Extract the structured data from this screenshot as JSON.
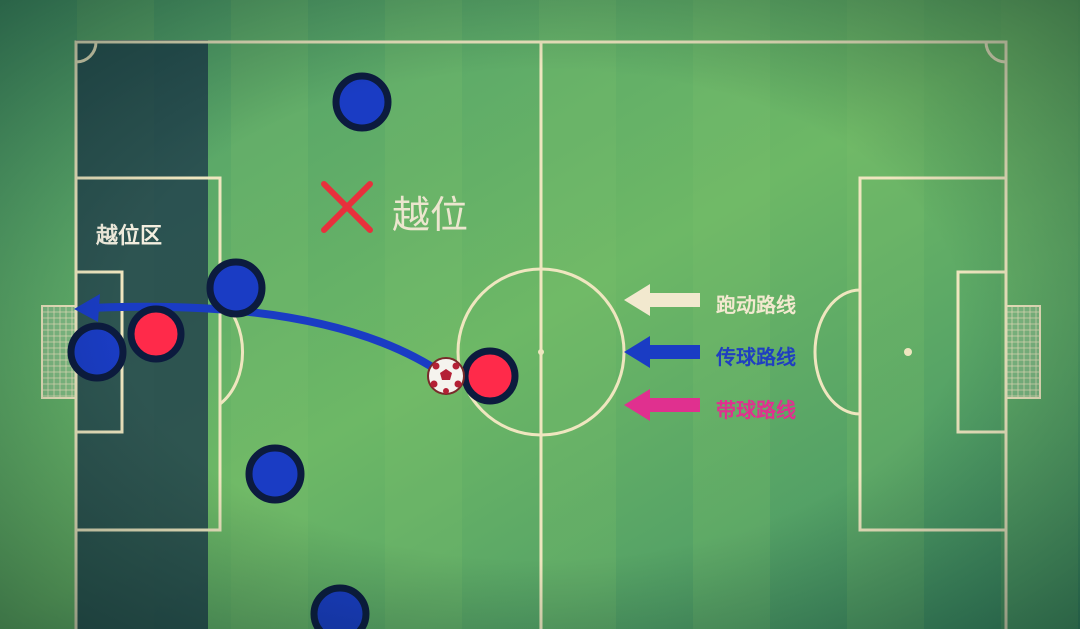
{
  "labels": {
    "offside_zone": "越位区",
    "offside": "越位"
  },
  "legend": {
    "run": "跑动路线",
    "pass": "传球路线",
    "dribble": "带球路线"
  },
  "colors": {
    "pitch_light": "#7cc06a",
    "pitch_dark": "#5ea958",
    "lines": "#efe6bf",
    "attacker": "#ff2a4a",
    "defender": "#1a3cc4",
    "player_ring": "#0c1b3e",
    "pass_arrow": "#1a3cc4",
    "run_arrow": "#f2e9cf",
    "dribble_arrow": "#e0308f",
    "cross_mark": "#e8303c",
    "offside_zone": "#1e3a4a"
  },
  "icons": {
    "ball": "soccer-ball-icon",
    "cross": "x-mark-icon"
  }
}
